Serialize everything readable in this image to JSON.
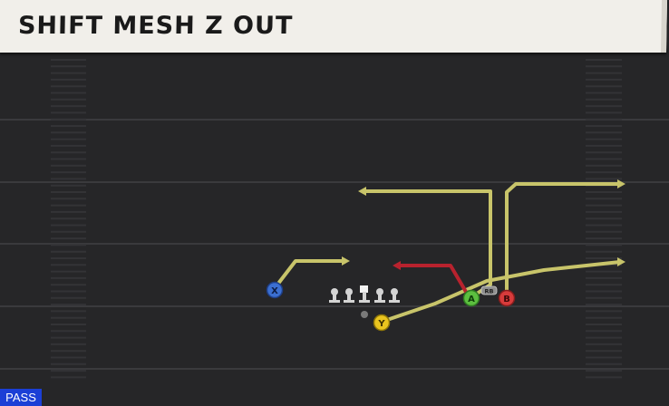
{
  "play": {
    "title": "SHIFT MESH Z OUT",
    "type_badge": "PASS"
  },
  "players": {
    "x": "X",
    "a": "A",
    "b": "B",
    "y": "Y",
    "rb_tag": "RB"
  },
  "colors": {
    "route": "#c8c46a",
    "block_route": "#b8222e",
    "x_button": "#3b6fd1",
    "a_button": "#5cbf3f",
    "b_button": "#d73b3b",
    "y_button": "#e9c41f",
    "badge": "#1b3fd6"
  }
}
